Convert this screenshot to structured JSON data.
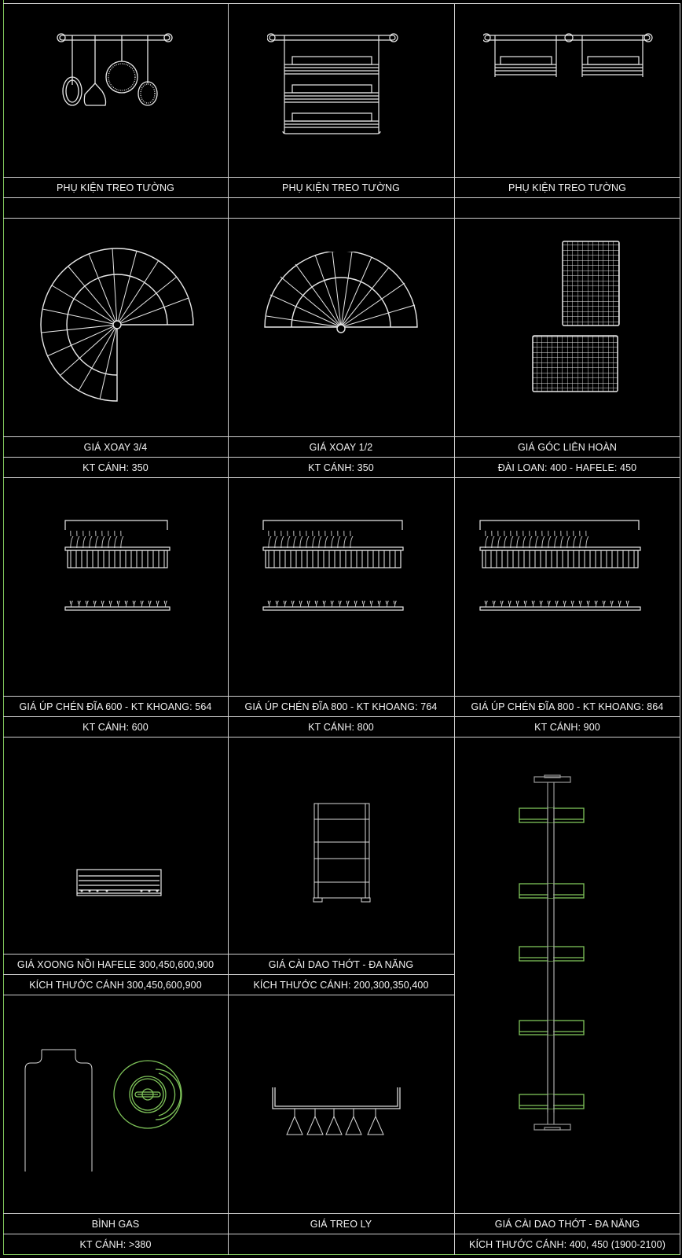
{
  "colors": {
    "background": "#000000",
    "line": "#e8e8e8",
    "grid_line": "#cfcfcf",
    "accent_green": "#7fc45a"
  },
  "cells": [
    {
      "title": "PHỤ KIỆN TREO TƯỜNG",
      "subtitle": "",
      "icon": "wall-rail-utensils"
    },
    {
      "title": "PHỤ KIỆN TREO TƯỜNG",
      "subtitle": "",
      "icon": "wall-rail-three-baskets"
    },
    {
      "title": "PHỤ KIỆN TREO TƯỜNG",
      "subtitle": "",
      "icon": "wall-rail-two-baskets"
    },
    {
      "title": "GIÁ XOAY 3/4",
      "subtitle": "KT CÁNH: 350",
      "icon": "carousel-three-quarter"
    },
    {
      "title": "GIÁ XOAY 1/2",
      "subtitle": "KT CÁNH: 350",
      "icon": "carousel-half"
    },
    {
      "title": "GIÁ GÓC LIÊN HOÀN",
      "subtitle": "ĐÀI LOAN: 400 - HAFELE: 450",
      "icon": "corner-wire-baskets"
    },
    {
      "title": "GIÁ ÚP CHÉN ĐĨA 600 - KT KHOANG: 564",
      "subtitle": "KT CÁNH: 600",
      "icon": "dish-rack-600"
    },
    {
      "title": "GIÁ ÚP CHÉN ĐĨA 800 - KT KHOANG: 764",
      "subtitle": "KT CÁNH: 800",
      "icon": "dish-rack-800"
    },
    {
      "title": "GIÁ ÚP CHÉN ĐĨA 800 - KT KHOANG: 864",
      "subtitle": "KT CÁNH: 900",
      "icon": "dish-rack-900"
    },
    {
      "title": "GIÁ XOONG NỒI HAFELE 300,450,600,900",
      "subtitle": "KÍCH THƯỚC CÁNH 300,450,600,900",
      "icon": "pot-rack"
    },
    {
      "title": "GIÁ CÀI DAO THỚT - ĐA NĂNG",
      "subtitle": "KÍCH THƯỚC CÁNH: 200,300,350,400",
      "icon": "knife-board-rack"
    },
    {
      "title": "BÌNH GAS",
      "subtitle": "KT CÁNH: >380",
      "icon": "gas-cylinder"
    },
    {
      "title": "GIÁ TREO LY",
      "subtitle": "",
      "icon": "glass-hanger"
    },
    {
      "title": "GIÁ CÀI DAO THỚT - ĐA NĂNG",
      "subtitle": "KÍCH THƯỚC CÁNH: 400, 450 (1900-2100)",
      "icon": "tall-pole-rack"
    }
  ]
}
